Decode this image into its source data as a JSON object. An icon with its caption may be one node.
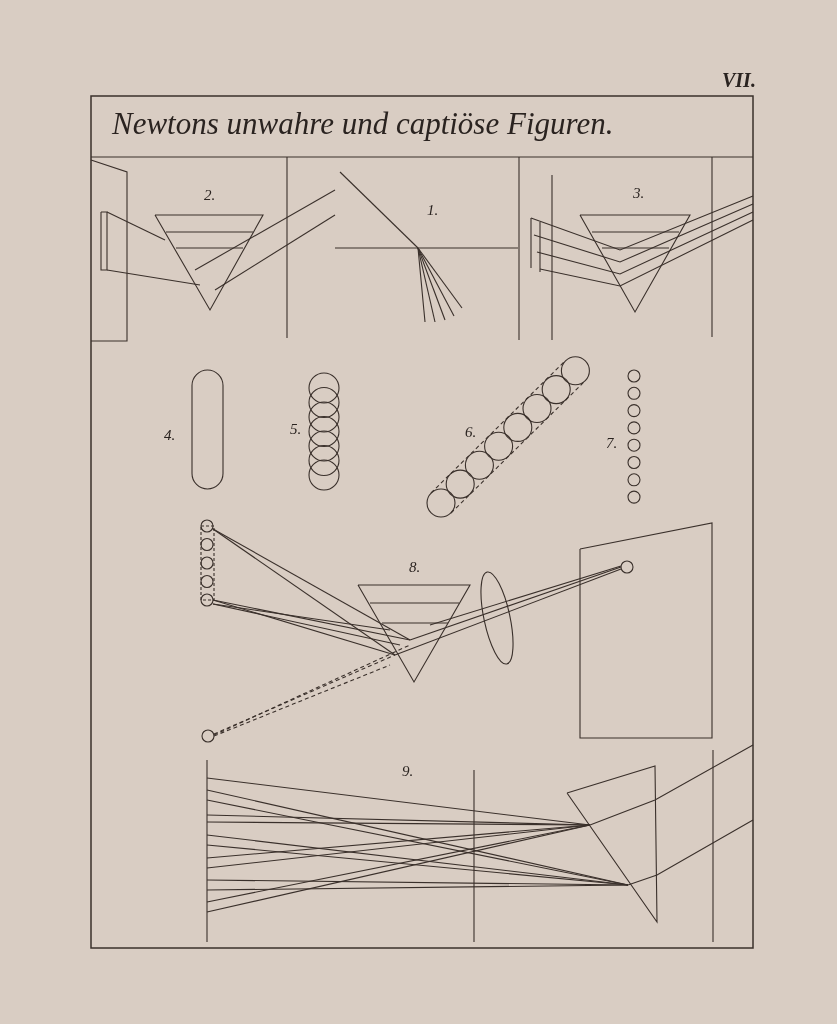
{
  "diagram": {
    "title": "Newtons unwahre und captiöse Figuren.",
    "labels": [
      "VII.",
      "2.",
      "1.",
      "3.",
      "4.",
      "5.",
      "6.",
      "7.",
      "8.",
      "9."
    ]
  }
}
